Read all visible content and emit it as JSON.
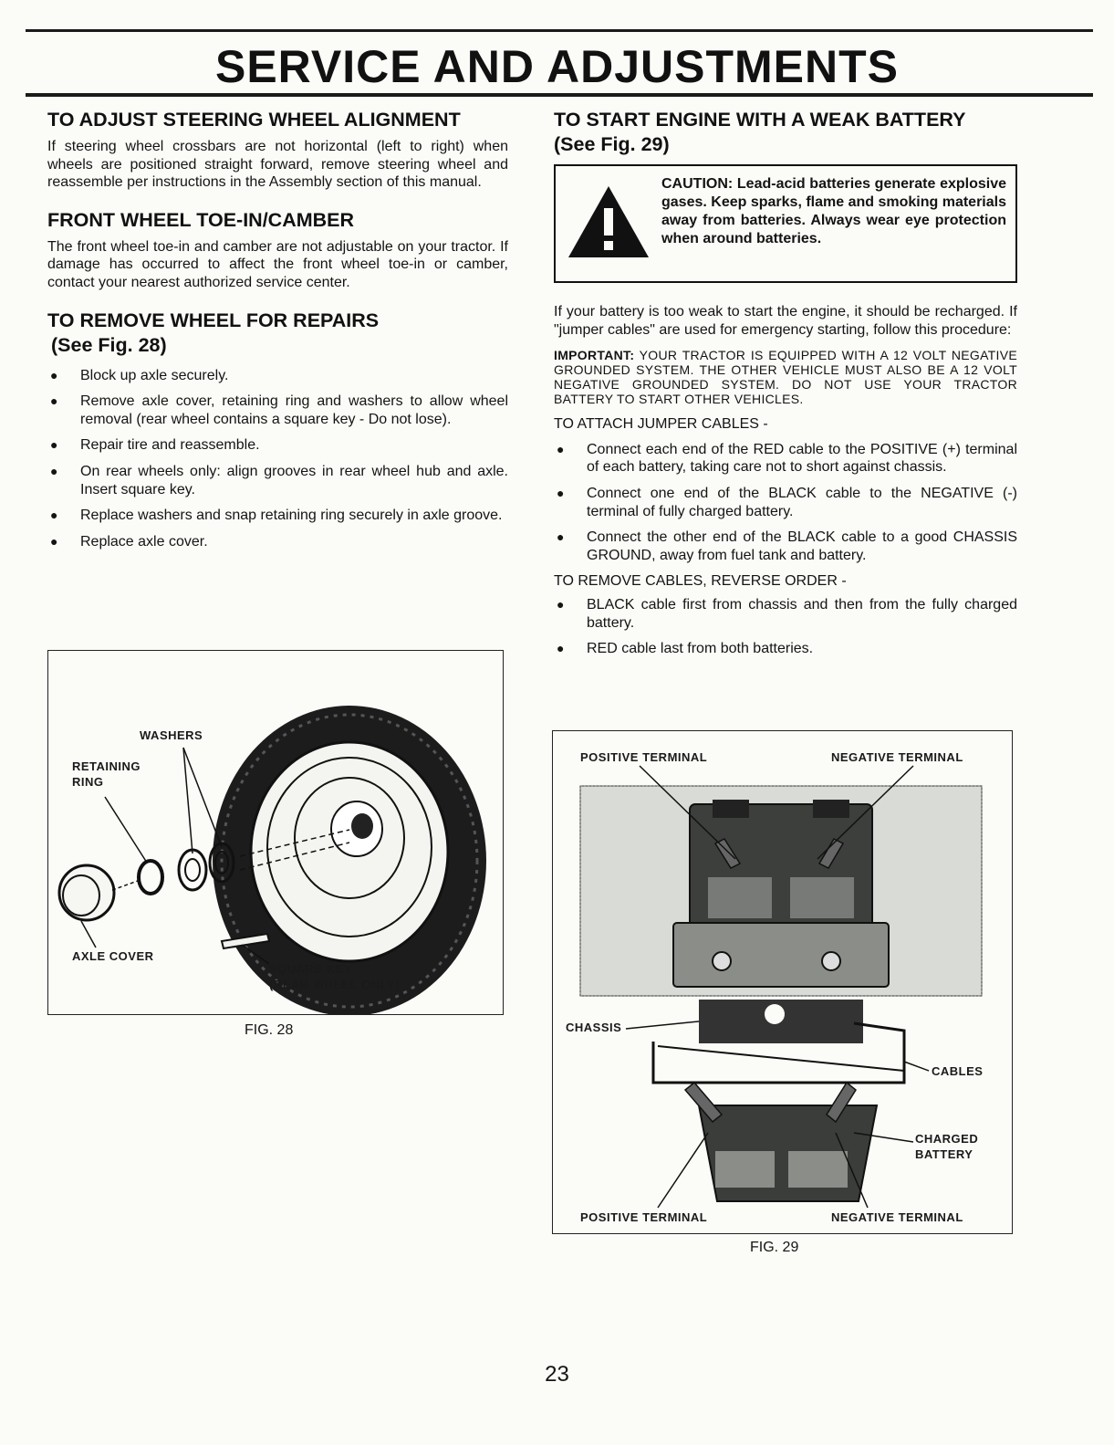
{
  "page": {
    "title": "SERVICE AND ADJUSTMENTS",
    "page_number": "23"
  },
  "left": {
    "steering": {
      "heading": "TO ADJUST STEERING WHEEL ALIGNMENT",
      "body": "If steering wheel crossbars are not horizontal (left to right) when wheels are positioned straight forward, remove steering wheel and reassemble per instructions in the Assembly section of this manual."
    },
    "toe": {
      "heading": "FRONT WHEEL TOE-IN/CAMBER",
      "body": "The front wheel toe-in and camber are not adjustable on your tractor. If damage has occurred to affect the front wheel toe-in or camber, contact your nearest authorized service center."
    },
    "remove_wheel": {
      "heading": "TO REMOVE WHEEL FOR REPAIRS",
      "subheading": "(See Fig. 28)",
      "steps": [
        "Block up axle securely.",
        "Remove axle cover, retaining ring and washers to allow wheel removal (rear wheel contains a square key - Do not lose).",
        "Repair tire and reassemble.",
        "On rear wheels only: align grooves in rear wheel hub and axle. Insert square key.",
        "Replace washers and snap retaining ring securely in axle groove.",
        "Replace axle cover."
      ]
    },
    "fig28": {
      "caption": "FIG. 28",
      "labels": {
        "washers": "WASHERS",
        "retaining_ring_1": "RETAINING",
        "retaining_ring_2": "RING",
        "axle_cover": "AXLE COVER",
        "square_key_1": "SQUARE KEY",
        "square_key_2": "(REAR WHEEL ONLY)"
      }
    }
  },
  "right": {
    "weak_battery": {
      "heading": "TO START ENGINE WITH A WEAK BATTERY",
      "subheading": "(See Fig. 29)",
      "caution": "CAUTION: Lead-acid batteries generate explosive gases. Keep sparks, flame and smoking materials away from batteries. Always wear eye protection when around batteries.",
      "body": "If your battery is too weak to start the engine, it should be recharged. If \"jumper cables\" are used for emergency starting, follow this procedure:",
      "important_label": "IMPORTANT:",
      "important_text": "YOUR TRACTOR IS EQUIPPED WITH A 12 VOLT NEGATIVE GROUNDED SYSTEM. THE OTHER VEHICLE MUST ALSO BE A 12 VOLT NEGATIVE GROUNDED SYSTEM. DO NOT USE YOUR TRACTOR BATTERY TO START OTHER VEHICLES.",
      "attach_heading": "TO ATTACH JUMPER CABLES -",
      "attach_steps": [
        "Connect each end of the RED cable to the POSITIVE (+) terminal of each battery, taking care not to short against chassis.",
        "Connect one end of the BLACK cable to the NEGATIVE (-) terminal of fully charged battery.",
        "Connect the other end of the BLACK cable to a good CHASSIS GROUND, away from fuel tank and battery."
      ],
      "remove_heading": "TO REMOVE CABLES, REVERSE ORDER -",
      "remove_steps": [
        "BLACK cable first from chassis and then from the fully charged battery.",
        "RED cable last from both batteries."
      ]
    },
    "fig29": {
      "caption": "FIG. 29",
      "labels": {
        "positive_top": "POSITIVE TERMINAL",
        "negative_top": "NEGATIVE TERMINAL",
        "chassis": "CHASSIS",
        "cables": "CABLES",
        "charged_1": "CHARGED",
        "charged_2": "BATTERY",
        "positive_bottom": "POSITIVE TERMINAL",
        "negative_bottom": "NEGATIVE TERMINAL"
      }
    }
  }
}
